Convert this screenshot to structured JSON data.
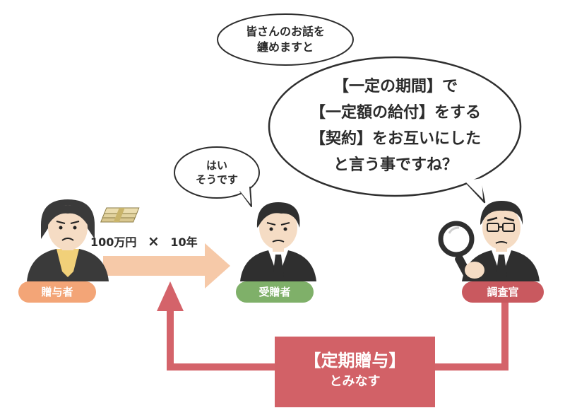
{
  "bubbles": {
    "summary": {
      "line1": "皆さんのお話を",
      "line2": "纏めますと"
    },
    "question": {
      "line1": "【一定の期間】で",
      "line2": "【一定額の給付】をする",
      "line3": "【契約】をお互いにした",
      "line4": "と言う事ですね？"
    },
    "reply": {
      "line1": "はい",
      "line2": "そうです"
    }
  },
  "transfer": {
    "amount": "100万円",
    "times": "×",
    "years": "10年"
  },
  "people": {
    "giver": {
      "label": "贈与者",
      "color": "#f3a577"
    },
    "receiver": {
      "label": "受贈者",
      "color": "#7fb069"
    },
    "investigator": {
      "label": "調査官",
      "color": "#c9595f"
    }
  },
  "verdict": {
    "title": "【定期贈与】",
    "subtitle": "とみなす",
    "color": "#d26167"
  },
  "colors": {
    "arrow_gift": "#f6c9a8",
    "arrow_verdict": "#d4636a",
    "dark": "#2f2f2f"
  },
  "icons": [
    "money-bundle-icon",
    "magnifying-glass-icon"
  ]
}
